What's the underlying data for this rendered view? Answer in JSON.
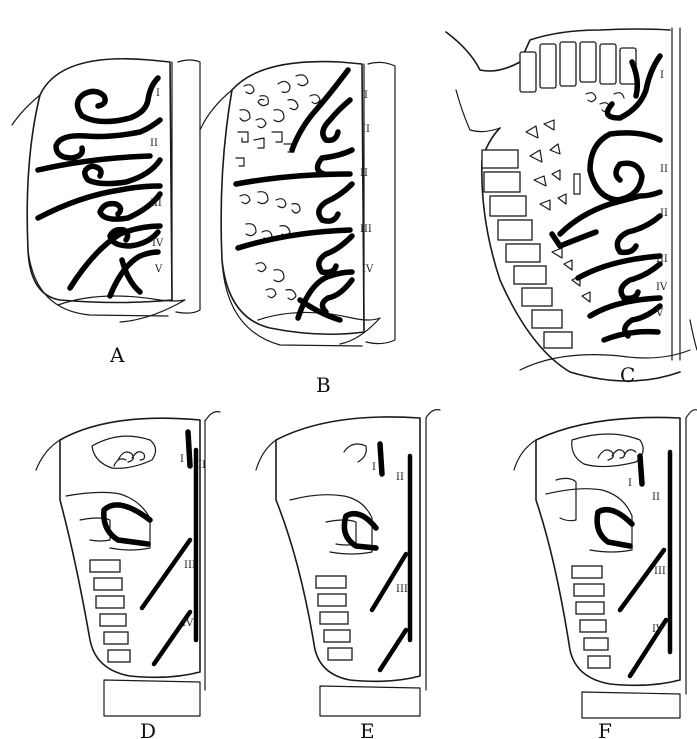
{
  "panels": [
    {
      "letter": "A",
      "turbinals": [
        "I",
        "II",
        "III",
        "IV",
        "V"
      ]
    },
    {
      "letter": "B",
      "turbinals": [
        "I",
        "II",
        "II",
        "III",
        "IV"
      ]
    },
    {
      "letter": "C",
      "turbinals": [
        "I",
        "II",
        "II",
        "III",
        "IV",
        "V"
      ]
    },
    {
      "letter": "D",
      "turbinals": [
        "I",
        "II",
        "III",
        "IV"
      ]
    },
    {
      "letter": "E",
      "turbinals": [
        "I",
        "II",
        "III"
      ]
    },
    {
      "letter": "F",
      "turbinals": [
        "I",
        "II",
        "III",
        "IV"
      ]
    }
  ]
}
